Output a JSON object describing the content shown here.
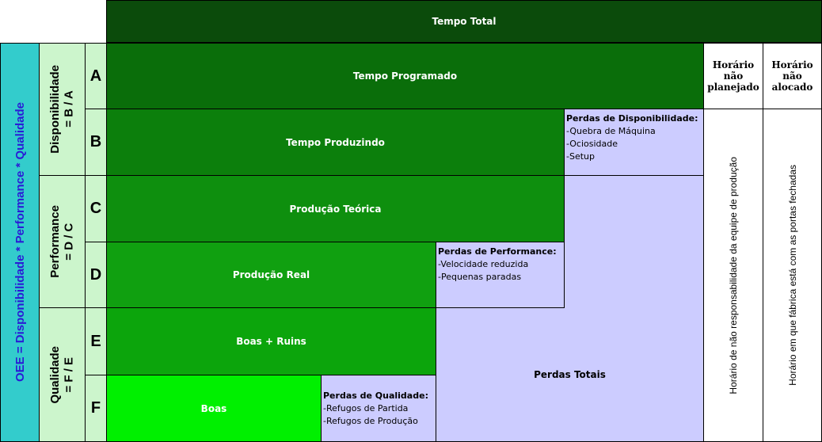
{
  "header": {
    "tempo_total": "Tempo Total",
    "horario_nao_planejado": "Horário não planejado",
    "horario_nao_alocado": "Horário não alocado"
  },
  "oee_label": "OEE = Disponibilidade * Performance * Qualidade",
  "metrics": [
    {
      "name": "Disponibilidade",
      "formula": "= B / A"
    },
    {
      "name": "Performance",
      "formula": "= D / C"
    },
    {
      "name": "Qualidade",
      "formula": "= F / E"
    }
  ],
  "rows": [
    "A",
    "B",
    "C",
    "D",
    "E",
    "F"
  ],
  "bars": {
    "tempo_programado": "Tempo Programado",
    "tempo_produzindo": "Tempo Produzindo",
    "producao_teorica": "Produção Teórica",
    "producao_real": "Produção Real",
    "boas_ruins": "Boas + Ruins",
    "boas": "Boas"
  },
  "losses": {
    "disponibilidade": {
      "title": "Perdas de Disponibilidade:",
      "items": [
        "-Quebra de Máquina",
        "-Ociosidade",
        "-Setup"
      ]
    },
    "performance": {
      "title": "Perdas de Performance:",
      "items": [
        "-Velocidade reduzida",
        "-Pequenas paradas"
      ]
    },
    "qualidade": {
      "title": "Perdas de Qualidade:",
      "items": [
        "-Refugos de Partida",
        "-Refugos de Produção"
      ]
    },
    "totais": "Perdas Totais"
  },
  "notes": {
    "nao_planejado": "Horário de não responsabilidade da equipe de produção",
    "nao_alocado": "Horário em que fábrica está com as portas fechadas"
  },
  "colors": {
    "dark_green": "#0b4b0b",
    "green1": "#0a6e0a",
    "green2": "#0c7f0c",
    "green3": "#0e8f0e",
    "green4": "#10a010",
    "green5": "#0ca50c",
    "bright_green": "#00f000",
    "light_green": "#ccf5cc",
    "lavender": "#ccccff",
    "cyan": "#33cccc",
    "oee_text": "#2a1bd6"
  }
}
